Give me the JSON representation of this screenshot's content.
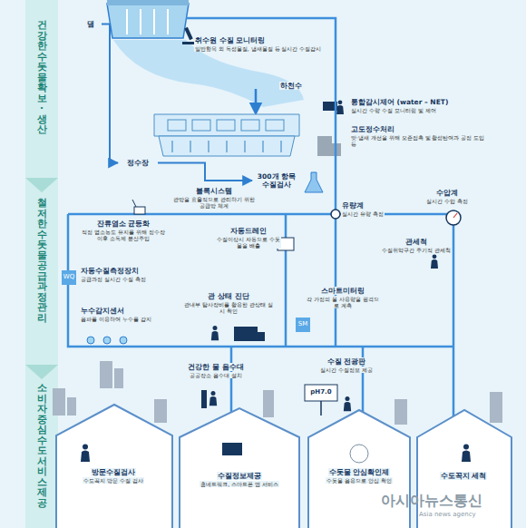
{
  "diagram": {
    "nodes": [
      {
        "text": [
          "건강한 수돗물 확보·생산"
        ]
      },
      {
        "text": [
          "철저한 수돗물 공급과정 관리"
        ]
      },
      {
        "text": [
          "소비자중심 수도서비스 제공"
        ]
      },
      {
        "text": [
          "댐"
        ]
      },
      {
        "text": [
          "취수원 수질 모니터링",
          "일반항목 외 독성물질, 냄새물질 등 실시간 수질감시"
        ]
      },
      {
        "text": [
          "하천수"
        ]
      },
      {
        "text": [
          "정수장"
        ]
      },
      {
        "text": [
          "통합감시제어 (water – NET)",
          "실시간 수량 수질 모니터링 및 제어"
        ]
      },
      {
        "text": [
          "고도정수처리",
          "맛·냄새 개선을 위해 오존접촉 및 활성탄여과 공정 도입 등"
        ]
      },
      {
        "text": [
          "300개 항목 수질검사"
        ]
      },
      {
        "text": [
          "블록시스템",
          "관망을 효율적으로 관리하기 위한 공급망 체계"
        ]
      },
      {
        "text": [
          "유량계",
          "실시간 유량 측정"
        ]
      },
      {
        "text": [
          "수압계",
          "실시간 수압 측정"
        ]
      },
      {
        "text": [
          "잔류염소 균등화",
          "적정 염소농도 유지를 위해 정수장 이후 소독제 분산주입"
        ]
      },
      {
        "text": [
          "자동드레인",
          "수질이상시 자동으로 수돗물을 배출"
        ]
      },
      {
        "text": [
          "관세척",
          "수질취약구간 주기적 관세척"
        ]
      },
      {
        "text": [
          "자동수질측정장치",
          "공급과정 실시간 수질 측정"
        ]
      },
      {
        "text": [
          "관 상태 진단",
          "관내부 탐사장비를 활용한 관상태 실시 확인"
        ]
      },
      {
        "text": [
          "스마트미터링",
          "각 가정의 물 사용량을 원격으로 계측"
        ]
      },
      {
        "text": [
          "누수감지센서",
          "음파를 이용하여 누수를 감지"
        ]
      },
      {
        "text": [
          "건강한 물 음수대",
          "공공장소 음수대 설치"
        ]
      },
      {
        "text": [
          "수질 전광판",
          "실시간 수질정보 제공"
        ]
      },
      {
        "text": [
          "방문수질검사",
          "수도꼭지 방문 수질 검사"
        ]
      },
      {
        "text": [
          "수질정보제공",
          "홈네트워크, 스마트폰 앱 서비스"
        ]
      },
      {
        "text": [
          "수돗물 안심확인제",
          "수돗물 음용으로 안심 확인"
        ]
      },
      {
        "text": [
          "수도꼭지 세척"
        ]
      }
    ],
    "edges": [
      {
        "from": 3,
        "to": 6,
        "arrow": "to"
      },
      {
        "from": 6,
        "to": 9,
        "arrow": "to"
      }
    ],
    "labels": [
      "WQ",
      "SM",
      "pH7.0",
      "아시아뉴스통신",
      "Asia news agency"
    ]
  }
}
